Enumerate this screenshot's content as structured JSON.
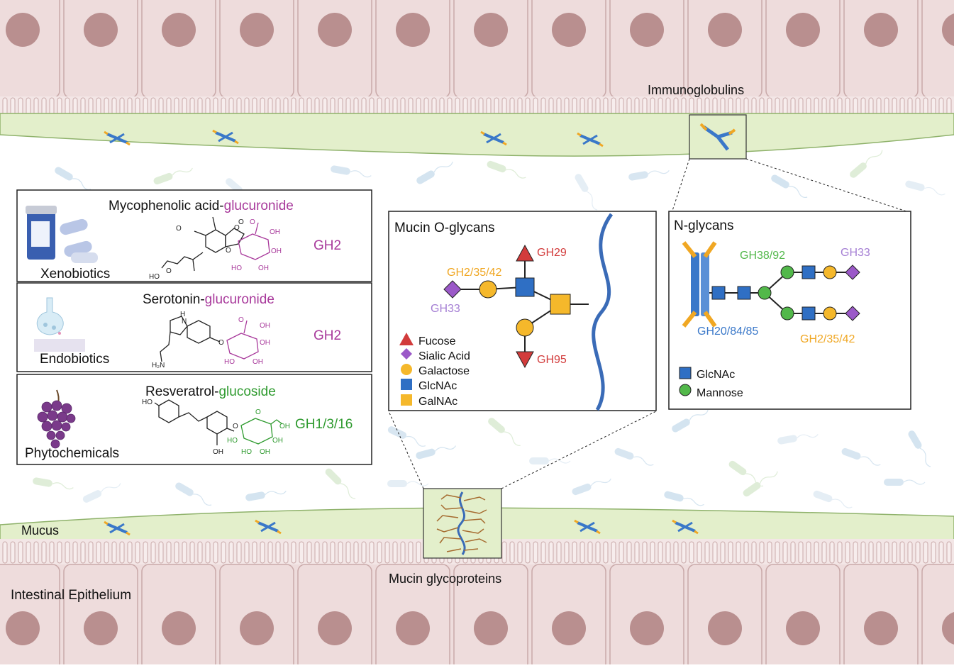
{
  "labels": {
    "immunoglobulins": "Immunoglobulins",
    "mucus": "Mucus",
    "epithelium": "Intestinal Epithelium",
    "mucin_glycoproteins": "Mucin glycoproteins"
  },
  "compounds": [
    {
      "category": "Xenobiotics",
      "name_prefix": "Mycophenolic acid-",
      "name_suffix": "glucuronide",
      "suffix_color": "#a8399b",
      "enzyme": "GH2",
      "enzyme_color": "#a8399b"
    },
    {
      "category": "Endobiotics",
      "name_prefix": "Serotonin-",
      "name_suffix": "glucuronide",
      "suffix_color": "#a8399b",
      "enzyme": "GH2",
      "enzyme_color": "#a8399b"
    },
    {
      "category": "Phytochemicals",
      "name_prefix": "Resveratrol-",
      "name_suffix": "glucoside",
      "suffix_color": "#2e9a2e",
      "enzyme": "GH1/3/16",
      "enzyme_color": "#2e9a2e"
    }
  ],
  "chem_labels": {
    "oh": "OH",
    "ho": "HO",
    "o": "O",
    "nh": "H",
    "n": "N",
    "h2n": "H₂N"
  },
  "mucin_panel": {
    "title": "Mucin O-glycans",
    "enzymes": [
      {
        "label": "GH29",
        "color": "#d23b3b"
      },
      {
        "label": "GH2/35/42",
        "color": "#f0a723"
      },
      {
        "label": "GH33",
        "color": "#a57fd4"
      },
      {
        "label": "GH95",
        "color": "#d23b3b"
      }
    ],
    "legend": [
      {
        "label": "Fucose",
        "icon": "triangle",
        "color": "#d23b3b"
      },
      {
        "label": "Sialic Acid",
        "icon": "diamond",
        "color": "#9b59c8"
      },
      {
        "label": "Galactose",
        "icon": "circle",
        "color": "#f5b82b"
      },
      {
        "label": "GlcNAc",
        "icon": "square",
        "color": "#2f6fc4"
      },
      {
        "label": "GalNAc",
        "icon": "square",
        "color": "#f5b82b"
      }
    ]
  },
  "nglycan_panel": {
    "title": "N-glycans",
    "enzymes": [
      {
        "label": "GH38/92",
        "color": "#52b84a"
      },
      {
        "label": "GH33",
        "color": "#a57fd4"
      },
      {
        "label": "GH20/84/85",
        "color": "#3a78c9"
      },
      {
        "label": "GH2/35/42",
        "color": "#f0a723"
      }
    ],
    "legend": [
      {
        "label": "GlcNAc",
        "icon": "square",
        "color": "#2f6fc4"
      },
      {
        "label": "Mannose",
        "icon": "circle",
        "color": "#52b84a"
      }
    ]
  },
  "colors": {
    "cell_fill": "#eedcdc",
    "cell_border": "#c9a9a9",
    "nucleus": "#b98f8f",
    "mucus": "#e3efcb",
    "mucus_edge": "#8fb26b",
    "mucin_strand": "#3a6bb7"
  }
}
